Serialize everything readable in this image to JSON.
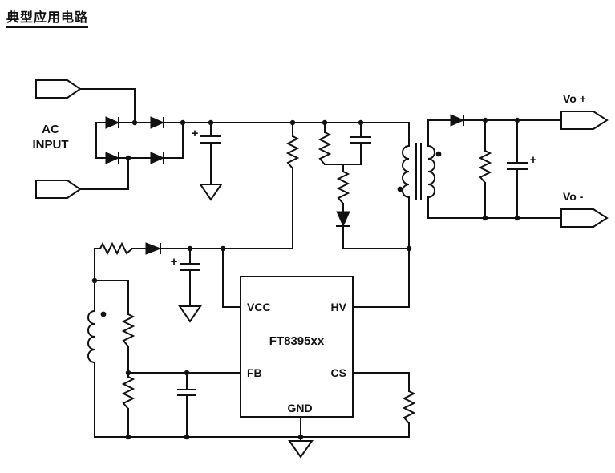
{
  "title": "典型应用电路",
  "input": {
    "label_line1": "AC",
    "label_line2": "INPUT"
  },
  "output": {
    "positive_label": "Vo +",
    "negative_label": "Vo -"
  },
  "ic": {
    "part_number": "FT8395xx",
    "pin_vcc": "VCC",
    "pin_hv": "HV",
    "pin_fb": "FB",
    "pin_cs": "CS",
    "pin_gnd": "GND"
  },
  "symbols": {
    "plus_sign": "+"
  },
  "colors": {
    "stroke": "#111111",
    "background": "#ffffff"
  }
}
